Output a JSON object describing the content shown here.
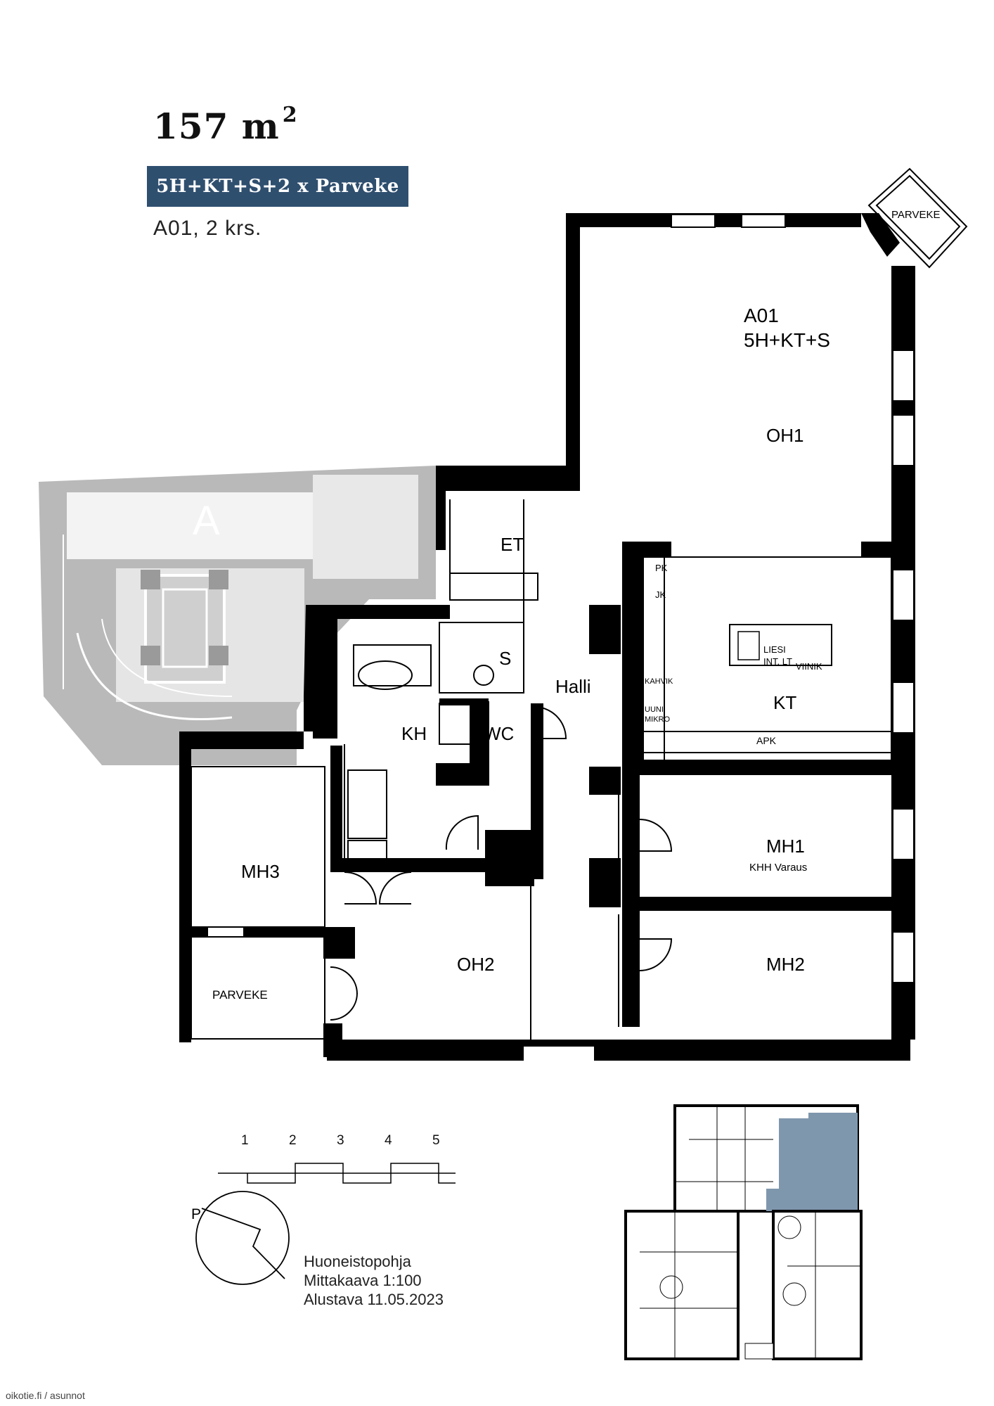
{
  "header": {
    "area_value": "157 m",
    "area_sup": "2",
    "type_badge": "5H+KT+S+2 x Parveke",
    "apt_floor": "A01, 2 krs."
  },
  "colors": {
    "badge": "#2f4f6f",
    "wall": "#000000",
    "neighbor": "#b9b9b9",
    "highlight": "#7f97ad"
  },
  "rooms": {
    "parveke_top": "PARVEKE",
    "apt_code": "A01",
    "apt_type": "5H+KT+S",
    "oh1": "OH1",
    "stair_letter": "A",
    "et": "ET",
    "pk": "PK",
    "jk": "JK",
    "liesi": "LIESI",
    "int_lt": "INT. LT",
    "viinik": "VIINIK",
    "kahvik": "KAHVIK",
    "uuni": "UUNI",
    "mikro": "MIKRO",
    "kt": "KT",
    "apk": "APK",
    "s": "S",
    "halli": "Halli",
    "kh": "KH",
    "wc": "WC",
    "mh1": "MH1",
    "khh_varaus": "KHH Varaus",
    "mh3": "MH3",
    "oh2": "OH2",
    "mh2": "MH2",
    "parveke_bottom": "PARVEKE"
  },
  "scale_bar": {
    "labels": [
      "1",
      "2",
      "3",
      "4",
      "5"
    ]
  },
  "compass": {
    "label": "P"
  },
  "notes": {
    "line1": "Huoneistopohja",
    "line2": "Mittakaava 1:100",
    "line3": "Alustava 11.05.2023"
  },
  "credit": "oikotie.fi / asunnot"
}
